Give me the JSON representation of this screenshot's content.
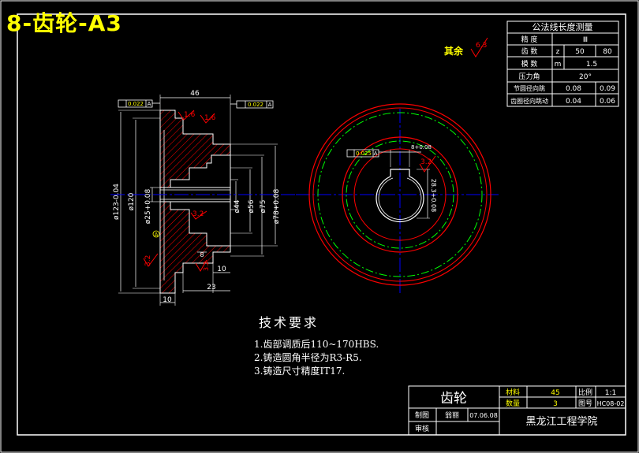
{
  "title": "8-齿轮-A3",
  "rest_roughness_label": "其余",
  "rest_roughness_value": "6.3",
  "param_table": {
    "heading": "公法线长度测量",
    "rows": [
      {
        "label": "精  度",
        "sym": "",
        "v1": "Ⅲ",
        "v2": ""
      },
      {
        "label": "齿  数",
        "sym": "z",
        "v1": "50",
        "v2": "80"
      },
      {
        "label": "模  数",
        "sym": "m",
        "v1": "1.5",
        "v2": ""
      },
      {
        "label": "压力角",
        "sym": "",
        "v1": "20°",
        "v2": ""
      },
      {
        "label": "节圆径向跳",
        "sym": "",
        "v1": "0.08",
        "v2": "0.09"
      },
      {
        "label": "齿圈径向跳动",
        "sym": "",
        "v1": "0.04",
        "v2": "0.06"
      }
    ]
  },
  "dimensions": {
    "width_top": "46",
    "d123": "ø123-0.04",
    "d120": "ø120",
    "d25": "ø25+0.08",
    "d44": "ø44",
    "d56": "ø56",
    "d75": "ø75",
    "d78": "ø78+0.08",
    "w10_bottom": "10",
    "w10_right": "10",
    "w23": "23",
    "w8": "8",
    "tol_top_left": "0.022",
    "tol_top_right": "0.022",
    "tol_ref": "A",
    "datum": "A",
    "rough_16a": "1.6",
    "rough_16b": "1.6",
    "rough_32a": "3.2",
    "rough_32b": "3.2",
    "rough_32c": "3.2",
    "rough_32d": "3.2",
    "keyway_width": "8+0.08",
    "keyway_depth": "28.3+0.08",
    "tol_keyway": "0.025"
  },
  "tech_requirements": {
    "heading": "技术要求",
    "items": [
      "1.齿部调质后110~170HBS.",
      "2.铸造圆角半径为R3-R5.",
      "3.铸造尺寸精度IT17."
    ]
  },
  "title_block": {
    "part_name": "齿轮",
    "material_label": "材料",
    "material_value": "45",
    "scale_label": "比例",
    "scale_value": "1:1",
    "qty_label": "数量",
    "qty_value": "3",
    "drawing_no_label": "图号",
    "drawing_no_value": "HC08-02",
    "drawn_label": "制图",
    "drawn_name": "翁丽",
    "drawn_date": "07.06.08",
    "checked_label": "审核",
    "school": "黑龙江工程学院"
  },
  "colors": {
    "background": "#000000",
    "frame": "#ffffff",
    "title": "#ffff00",
    "red": "#ff0000",
    "centerline": "#0000ff",
    "green": "#00ff00",
    "hatch": "#ff0000"
  }
}
